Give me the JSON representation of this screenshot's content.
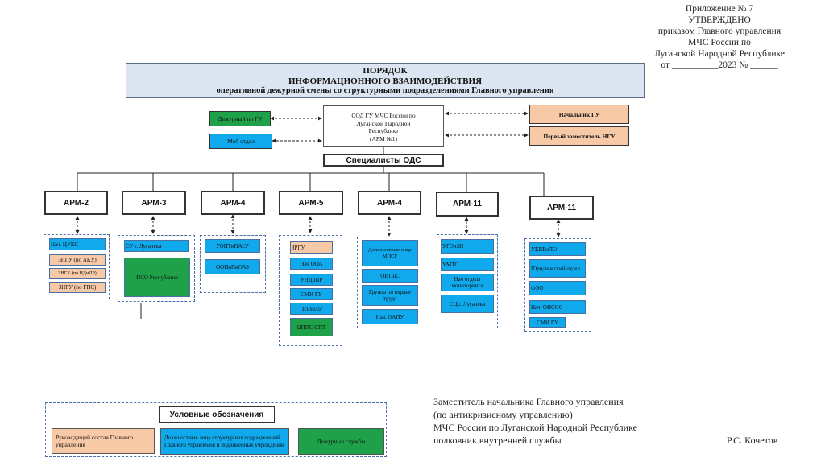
{
  "appendix": {
    "line1": "Приложение № 7",
    "line2": "УТВЕРЖДЕНО",
    "line3": "приказом Главного управления",
    "line4": "МЧС России по",
    "line5": "Луганской Народной Республике",
    "line6": "от __________2023 № ______"
  },
  "title": {
    "line1": "ПОРЯДОК",
    "line2": "ИНФОРМАЦИОННОГО ВЗАИМОДЕЙСТВИЯ",
    "line3": "оперативной дежурной смены со структурными подразделениями Главного управления"
  },
  "top_left": {
    "duty": "Дежурный по ГУ",
    "mob": "Моб отдел"
  },
  "sod": {
    "line1": "СОД ГУ МЧС России по",
    "line2": "Луганской Народной",
    "line3": "Республике",
    "line4": "(АРМ №1)"
  },
  "top_right": {
    "chief": "Начальник ГУ",
    "deputy": "Первый заместитель НГУ"
  },
  "ods": "Специалисты ОДС",
  "arms": [
    {
      "label": "АРМ-2",
      "items": [
        "Нач. ЦУКС",
        "ЗНГУ (по АКУ)",
        "ЗНГУ (по НДиПР)",
        "ЗНГУ (по ГПС)"
      ]
    },
    {
      "label": "АРМ-3",
      "items": [
        "СУ г. Луганска",
        "ПСО Республики"
      ]
    },
    {
      "label": "АРМ-4",
      "items": [
        "УОПТиПАСР",
        "ООПиПиОАЗ"
      ]
    },
    {
      "label": "АРМ-5",
      "items": [
        "ЗРГУ",
        "Нач ООА",
        "УНДиПР",
        "СМИ ГУ",
        "Психолог",
        "ЦППС СПТ"
      ]
    },
    {
      "label": "АРМ-4",
      "items": [
        "Должностные лица МПСГ",
        "ОИПиС",
        "Группа по охране труда",
        "Нач. ОАПУ"
      ]
    },
    {
      "label": "АРМ-11",
      "items": [
        "УГОиЗН",
        "УМТО",
        "Нач отдела мониторинга",
        "СЦ г. Луганска"
      ]
    },
    {
      "label": "АРМ-11",
      "items": [
        "УКВРиПО",
        "Юридический отдел",
        "ФЭО",
        "Нач. ОИСОС",
        "СМИ ГУ"
      ]
    }
  ],
  "legend": {
    "title": "Условные обозначения",
    "leadership": "Руководящий состав Главного управления",
    "officials": "Должностные лица структурных подразделений Главного управления и подчиненных учреждений",
    "duty": "Дежурные службы"
  },
  "signature": {
    "line1": "Заместитель начальника Главного управления",
    "line2": "(по антикризисному управлению)",
    "line3": "МЧС России по Луганской Народной Республике",
    "line4": "полковник внутренней службы",
    "name": "Р.С. Кочетов"
  },
  "colors": {
    "leadership": "#f7c9a6",
    "officials": "#10a9ec",
    "duty_services": "#1fa14a",
    "title_fill": "#dce6f2"
  }
}
